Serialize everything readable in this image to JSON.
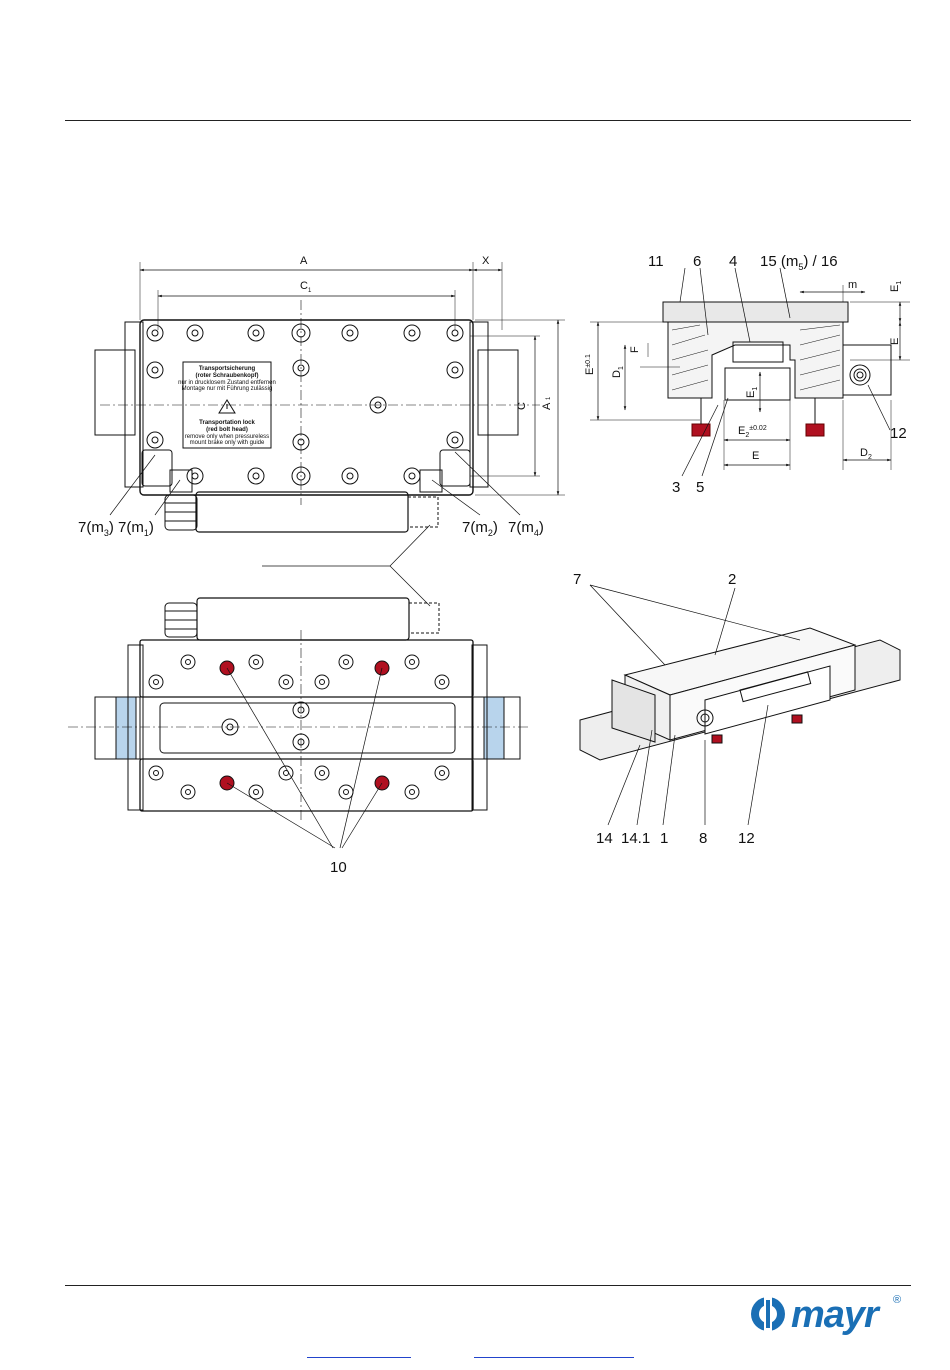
{
  "top_view": {
    "dims": {
      "A": "A",
      "X": "X",
      "C1": "C",
      "C1_sub": "1",
      "C": "C",
      "A1": "A",
      "A1_sub": "1"
    },
    "plate": {
      "de_line1": "Transportsicherung",
      "de_line2": "(roter Schraubenkopf)",
      "de_small1": "nur in drucklosem Zustand entfernen",
      "de_small2": "Montage nur mit Führung zulässig",
      "en_line1": "Transportation lock",
      "en_line2": "(red bolt head)",
      "en_small1": "remove only when pressureless",
      "en_small2": "mount brake only with guide"
    },
    "callouts": [
      "7(m",
      "3",
      ")",
      "7(m",
      "1",
      ")",
      "7(m",
      "2",
      ")",
      "7(m",
      "4",
      ")"
    ]
  },
  "side_view": {
    "callouts": [
      "11",
      "6",
      "4",
      "15 (m",
      "5",
      ") / 16",
      "12",
      "3",
      "5"
    ],
    "dims": [
      "m",
      "E",
      "1",
      "E",
      "F",
      "E",
      "±0.1",
      "D",
      "1",
      "E",
      "1",
      "E",
      "2",
      "±0.02",
      "E",
      "D",
      "2"
    ]
  },
  "bottom_view": {
    "callout": "10"
  },
  "perspective_view": {
    "callouts": [
      "7",
      "2",
      "14",
      "14.1",
      "1",
      "8",
      "12"
    ]
  },
  "footer": {
    "brand": "mayr",
    "reg": "®"
  },
  "colors": {
    "accent": "#1a6fb5",
    "red_bolt": "#b01020",
    "rail_blue": "#b8d4ec"
  }
}
